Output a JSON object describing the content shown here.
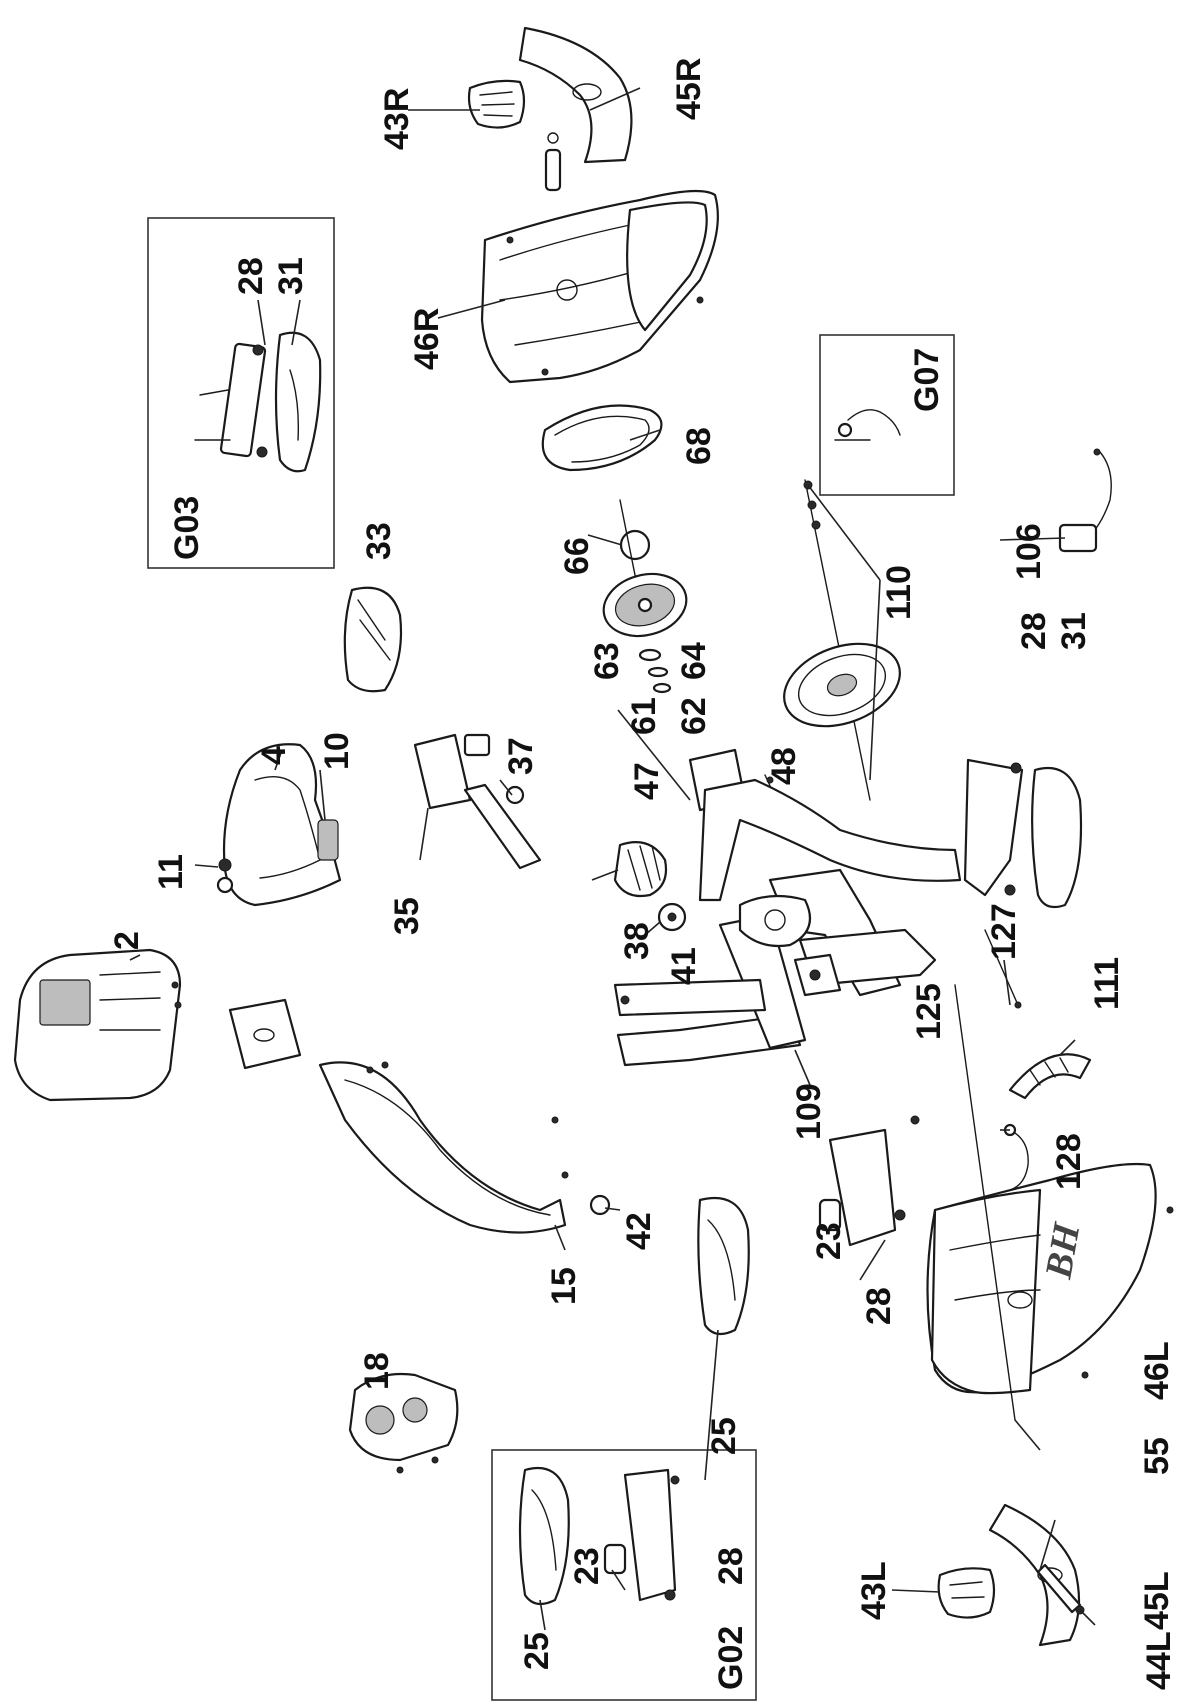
{
  "labels": {
    "l_43R": "43R",
    "l_45R": "45R",
    "l_46R": "46R",
    "l_28a": "28",
    "l_31a": "31",
    "l_G03": "G03",
    "l_G07": "G07",
    "l_68": "68",
    "l_66": "66",
    "l_33": "33",
    "l_110": "110",
    "l_106": "106",
    "l_63": "63",
    "l_64": "64",
    "l_61": "61",
    "l_62": "62",
    "l_28b": "28",
    "l_31b": "31",
    "l_4": "4",
    "l_10": "10",
    "l_11": "11",
    "l_2": "2",
    "l_37": "37",
    "l_47": "47",
    "l_48": "48",
    "l_35": "35",
    "l_38": "38",
    "l_41": "41",
    "l_127": "127",
    "l_111": "111",
    "l_125": "125",
    "l_109": "109",
    "l_42": "42",
    "l_128": "128",
    "l_15": "15",
    "l_23a": "23",
    "l_28c": "28",
    "l_46L": "46L",
    "l_18": "18",
    "l_25a": "25",
    "l_55": "55",
    "l_45L": "45L",
    "l_43L": "43L",
    "l_44L": "44L",
    "l_25b": "25",
    "l_23b": "23",
    "l_28d": "28",
    "l_G02": "G02"
  }
}
